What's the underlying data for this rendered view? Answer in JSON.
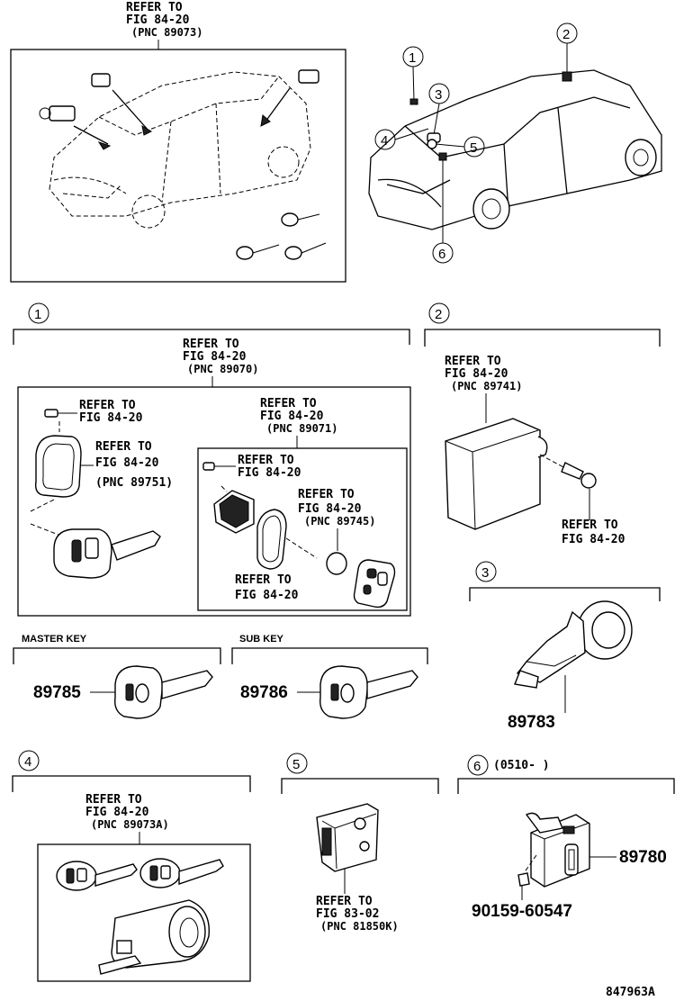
{
  "top_ref": {
    "l1": "REFER TO",
    "l2": "FIG 84-20",
    "l3": "(PNC 89073)"
  },
  "callouts": {
    "c1": "1",
    "c2": "2",
    "c3": "3",
    "c4": "4",
    "c5": "5",
    "c6": "6"
  },
  "sec1": {
    "main_ref": {
      "l1": "REFER TO",
      "l2": "FIG 84-20",
      "l3": "(PNC 89070)"
    },
    "screw_ref": {
      "l1": "REFER TO",
      "l2": "FIG 84-20"
    },
    "case_ref": {
      "l1": "REFER TO",
      "l2": "FIG 84-20",
      "l3": "(PNC 89751)"
    },
    "inner_ref": {
      "l1": "REFER TO",
      "l2": "FIG 84-20",
      "l3": "(PNC 89071)"
    },
    "inner_screw_ref": {
      "l1": "REFER TO",
      "l2": "FIG 84-20"
    },
    "battery_ref": {
      "l1": "REFER TO",
      "l2": "FIG 84-20",
      "l3": "(PNC 89745)"
    },
    "board_ref": {
      "l1": "REFER TO",
      "l2": "FIG 84-20"
    }
  },
  "sec2": {
    "ref1": {
      "l1": "REFER TO",
      "l2": "FIG 84-20",
      "l3": "(PNC 89741)"
    },
    "ref2": {
      "l1": "REFER TO",
      "l2": "FIG 84-20"
    }
  },
  "keys": {
    "master_label": "MASTER KEY",
    "master_pn": "89785",
    "sub_label": "SUB KEY",
    "sub_pn": "89786"
  },
  "sec3": {
    "pn": "89783"
  },
  "sec4": {
    "ref": {
      "l1": "REFER TO",
      "l2": "FIG 84-20",
      "l3": "(PNC 89073A)"
    }
  },
  "sec5": {
    "ref": {
      "l1": "REFER TO",
      "l2": "FIG 83-02",
      "l3": "(PNC 81850K)"
    }
  },
  "sec6": {
    "date": "(0510-       )",
    "pn1": "89780",
    "pn2": "90159-60547"
  },
  "figure_id": "847963A"
}
